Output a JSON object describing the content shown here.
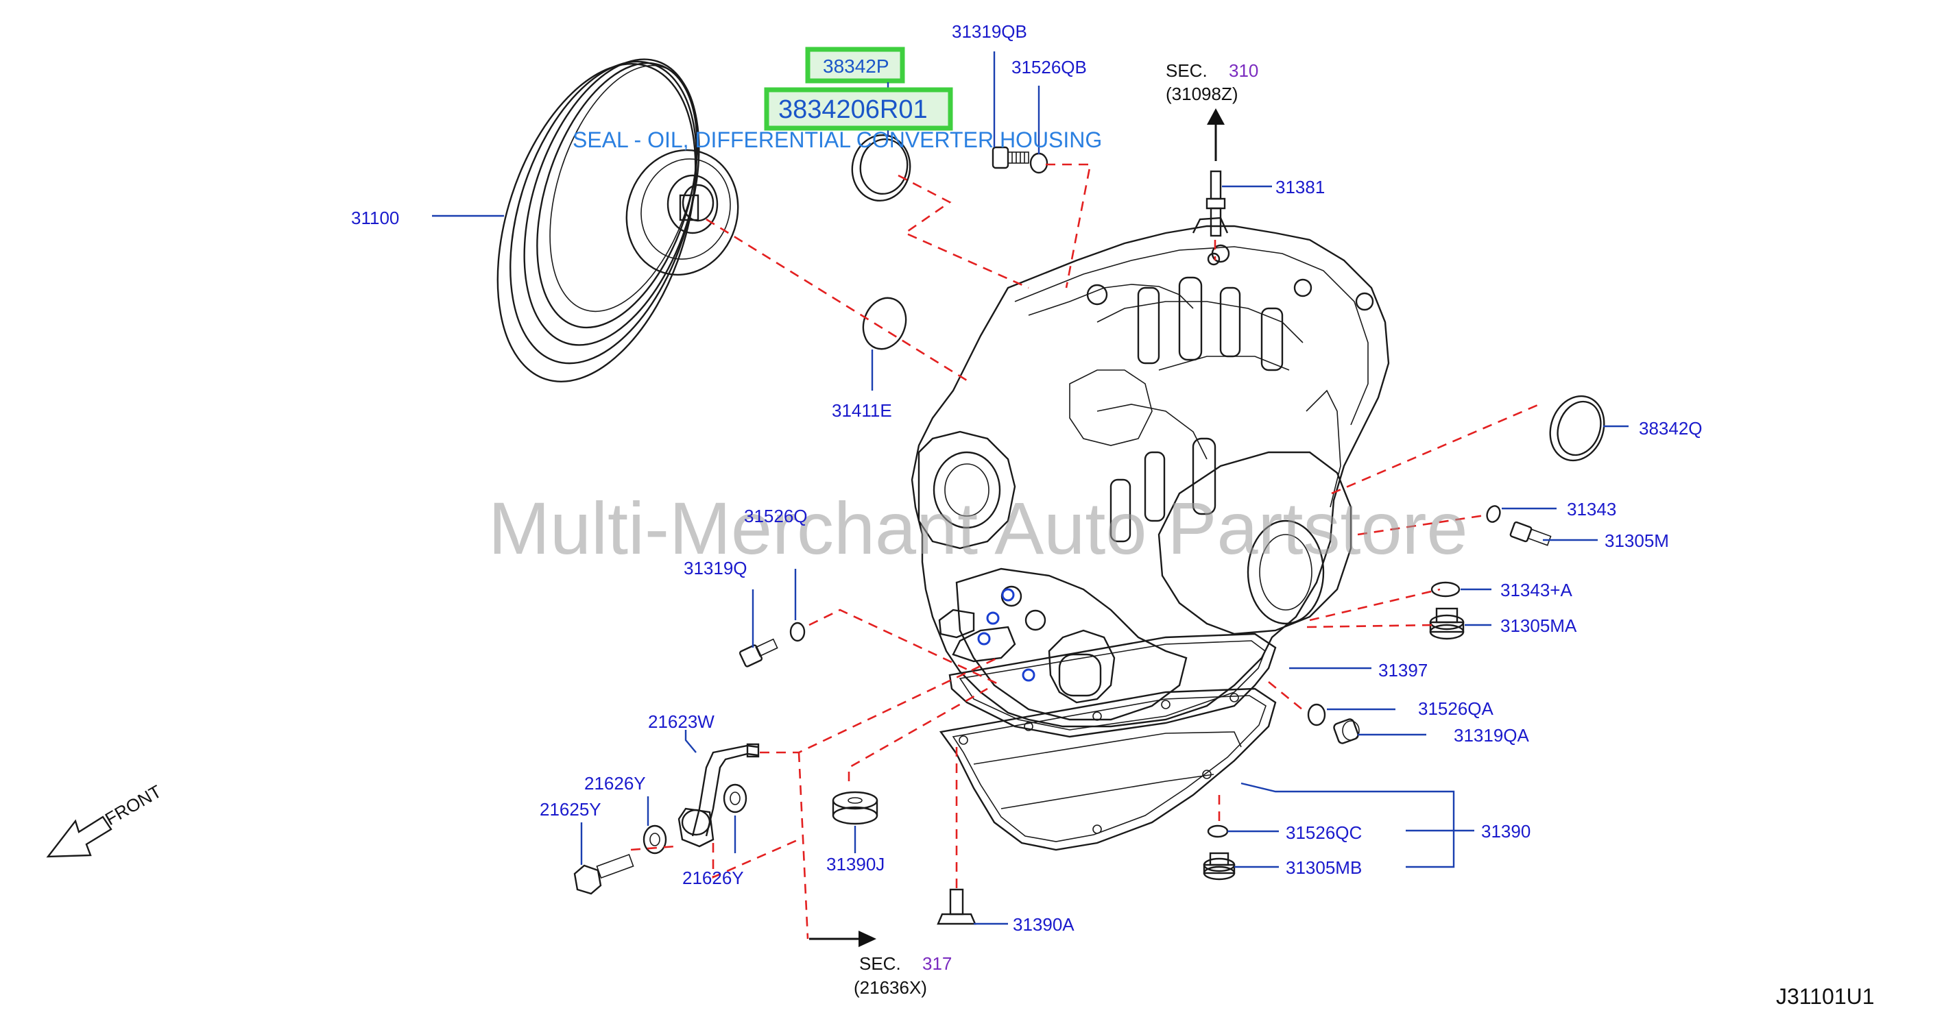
{
  "diagram": {
    "watermark": "Multi-Merchant Auto Partstore",
    "diagram_code": "J31101U1",
    "highlight": {
      "part_ref": "38342P",
      "part_number": "3834206R01",
      "description": "SEAL - OIL, DIFFERENTIAL CONVERTER HOUSING"
    },
    "front_label": "FRONT",
    "sections": [
      {
        "prefix": "SEC.",
        "number": "310",
        "ref": "(31098Z)"
      },
      {
        "prefix": "SEC.",
        "number": "317",
        "ref": "(21636X)"
      }
    ],
    "part_labels": [
      "31319QB",
      "31526QB",
      "31100",
      "31381",
      "31411E",
      "38342Q",
      "31526Q",
      "31343",
      "31319Q",
      "31305M",
      "31343+A",
      "31305MA",
      "31397",
      "21623W",
      "31526QA",
      "31319QA",
      "21626Y",
      "21625Y",
      "31390J",
      "31526QC",
      "31390",
      "21626Y",
      "31305MB",
      "31390A"
    ],
    "colors": {
      "label": "#1a1acc",
      "leader_line": "#1a3fb0",
      "dashed_line": "#e32020",
      "highlight_border": "#3fcf3f",
      "section_number": "#7a2bbf"
    }
  }
}
